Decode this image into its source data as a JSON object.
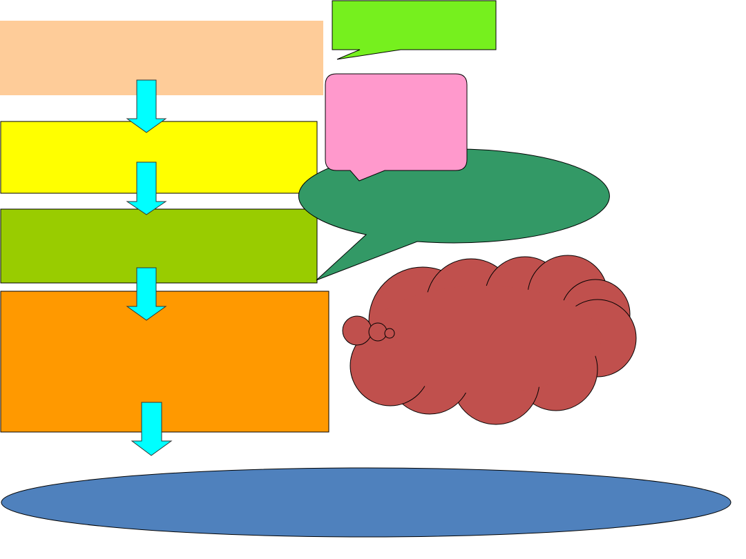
{
  "diagram": {
    "boxes": [
      {
        "id": "box-1",
        "label": "",
        "color": "#FECC99"
      },
      {
        "id": "box-2",
        "label": "",
        "color": "#FFFF00"
      },
      {
        "id": "box-3",
        "label": "",
        "color": "#99CC00"
      },
      {
        "id": "box-4",
        "label": "",
        "color": "#FF9900"
      }
    ],
    "arrow_color": "#00FFFF",
    "result_ellipse": {
      "label": "",
      "color": "#4F81BD"
    },
    "callouts": [
      {
        "id": "green-rect-callout",
        "label": "",
        "color": "#76F01E"
      },
      {
        "id": "pink-rounded-callout",
        "label": "",
        "color": "#FF99CC"
      },
      {
        "id": "teal-oval-callout",
        "label": "",
        "color": "#339966"
      },
      {
        "id": "red-cloud-callout",
        "label": "",
        "color": "#C0504D"
      }
    ]
  }
}
